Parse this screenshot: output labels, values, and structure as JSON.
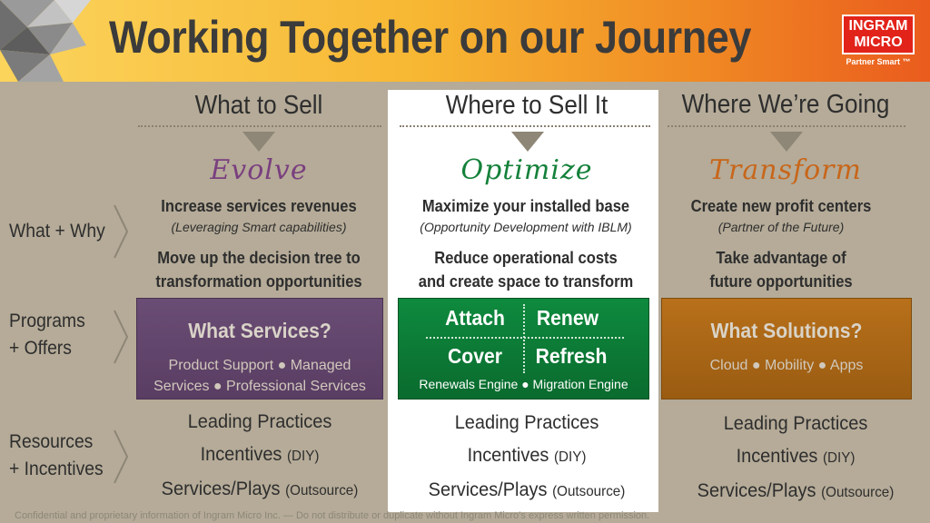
{
  "header": {
    "title": "Working Together on our Journey"
  },
  "logo": {
    "line1": "INGRAM",
    "line2": "MICRO",
    "tagline": "Partner Smart ™"
  },
  "columns": [
    {
      "head": "What to Sell",
      "stage": "Evolve",
      "line1": "Increase services revenues",
      "line1_sub": "(Leveraging Smart capabilities)",
      "line2a": "Move up the decision tree to",
      "line2b": "transformation opportunities",
      "box_title": "What Services?",
      "box_sub1": "Product Support ● Managed",
      "box_sub2": "Services ● Professional Services"
    },
    {
      "head": "Where to Sell It",
      "stage": "Optimize",
      "line1": "Maximize your installed base",
      "line1_sub": "(Opportunity Development with IBLM)",
      "line2a": "Reduce operational costs",
      "line2b": "and create space to transform",
      "grid": [
        "Attach",
        "Renew",
        "Cover",
        "Refresh"
      ],
      "box_sub1": "Renewals Engine ● Migration Engine"
    },
    {
      "head": "Where We’re Going",
      "stage": "Transform",
      "line1": "Create new profit centers",
      "line1_sub": "(Partner of the Future)",
      "line2a": "Take advantage of",
      "line2b": "future opportunities",
      "box_title": "What Solutions?",
      "box_sub1": "Cloud ● Mobility ● Apps"
    }
  ],
  "rows": [
    {
      "label1": "What + Why",
      "label2": ""
    },
    {
      "label1": "Programs",
      "label2": "+ Offers"
    },
    {
      "label1": "Resources",
      "label2": "+ Incentives"
    }
  ],
  "resources": {
    "r1": "Leading Practices",
    "r2": "Incentives",
    "r2_note": "(DIY)",
    "r3": "Services/Plays",
    "r3_note": "(Outsource)"
  },
  "colors": {
    "evolve": "#7a3f7f",
    "optimize": "#14813a",
    "transform": "#c8661a"
  },
  "footer": "Confidential and proprietary information of Ingram Micro Inc. — Do not distribute or duplicate without Ingram Micro’s express written permission."
}
